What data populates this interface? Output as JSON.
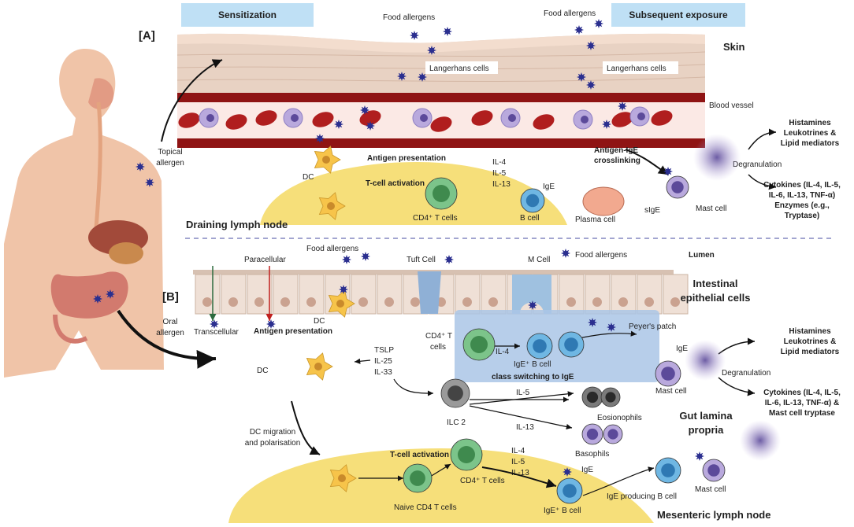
{
  "panels": {
    "a": "[A]",
    "b": "[B]"
  },
  "phases": {
    "sensitization": "Sensitization",
    "subsequent": "Subsequent exposure"
  },
  "skin": {
    "food_allergens_1": "Food allergens",
    "food_allergens_2": "Food allergens",
    "langerhans_1": "Langerhans cells",
    "langerhans_2": "Langerhans cells",
    "skin": "Skin",
    "blood_vessel": "Blood vessel",
    "topical_allergen": [
      "Topical",
      "allergen"
    ],
    "dc": "DC",
    "antigen_presentation": "Antigen presentation",
    "tcell_activation": "T-cell activation",
    "cytokines": [
      "IL-4",
      "IL-5",
      "IL-13"
    ],
    "ige": "IgE",
    "cd4": "CD4⁺ T cells",
    "b_cell": "B cell",
    "plasma_cell": "Plasma cell",
    "sige": "sIgE",
    "crosslinking": [
      "Antigen-IgE",
      "crosslinking"
    ],
    "mast_cell": "Mast cell",
    "degranulation": "Degranulation",
    "mediators": [
      "Histamines",
      "Leukotrines &",
      "Lipid mediators"
    ],
    "cytokine_out": [
      "Cytokines (IL-4, IL-5,",
      "IL-6, IL-13, TNF-α)",
      "Enzymes (e.g.,",
      "Tryptase)"
    ],
    "draining_ln": "Draining lymph node"
  },
  "gut": {
    "paracellular": "Paracellular",
    "food_allergens_1": "Food allergens",
    "tuft_cell": "Tuft Cell",
    "m_cell": "M Cell",
    "food_allergens_2": "Food allergens",
    "lumen": "Lumen",
    "iec": [
      "Intestinal",
      "epithelial cells"
    ],
    "oral_allergen": [
      "Oral",
      "allergen"
    ],
    "transcellular": "Transcellular",
    "antigen_presentation": "Antigen presentation",
    "dc1": "DC",
    "dc2": "DC",
    "alarmins": [
      "TSLP",
      "IL-25",
      "IL-33"
    ],
    "cd4": [
      "CD4⁺ T",
      "cells"
    ],
    "il4": "IL-4",
    "igeb": "IgE⁺ B cell",
    "class_switch": "class switching to IgE",
    "peyers": "Peyer's patch",
    "ige": "IgE",
    "mast_cell": "Mast cell",
    "degranulation": "Degranulation",
    "mediators": [
      "Histamines",
      "Leukotrines &",
      "Lipid mediators"
    ],
    "cytokine_out": [
      "Cytokines (IL-4, IL-5,",
      "IL-6, IL-13, TNF-α) &",
      "Mast cell tryptase"
    ],
    "il5": "IL-5",
    "eos": "Eosionophils",
    "ilc2": "ILC 2",
    "il13": "IL-13",
    "basophils": "Basophils",
    "lamina": [
      "Gut lamina",
      "propria"
    ],
    "dc_migration": [
      "DC migration",
      "and polarisation"
    ],
    "tcell_activation": "T-cell activation",
    "naive": "Naive CD4 T cells",
    "cd4b": "CD4⁺ T cells",
    "cytokines": [
      "IL-4",
      "IL-5",
      "IL-13"
    ],
    "ige2": "IgE",
    "igeb2": "IgE⁺ B cell",
    "ige_producing": "IgE producing B cell",
    "mast_cell2": "Mast cell",
    "mesenteric": "Mesenteric lymph node"
  },
  "colors": {
    "allergen": "#2b2f8f",
    "lymph": "#f6df7a",
    "blue_box": "#bfe0f5",
    "vessel": "#9b1a1a",
    "peyers": "#aac6e6"
  }
}
